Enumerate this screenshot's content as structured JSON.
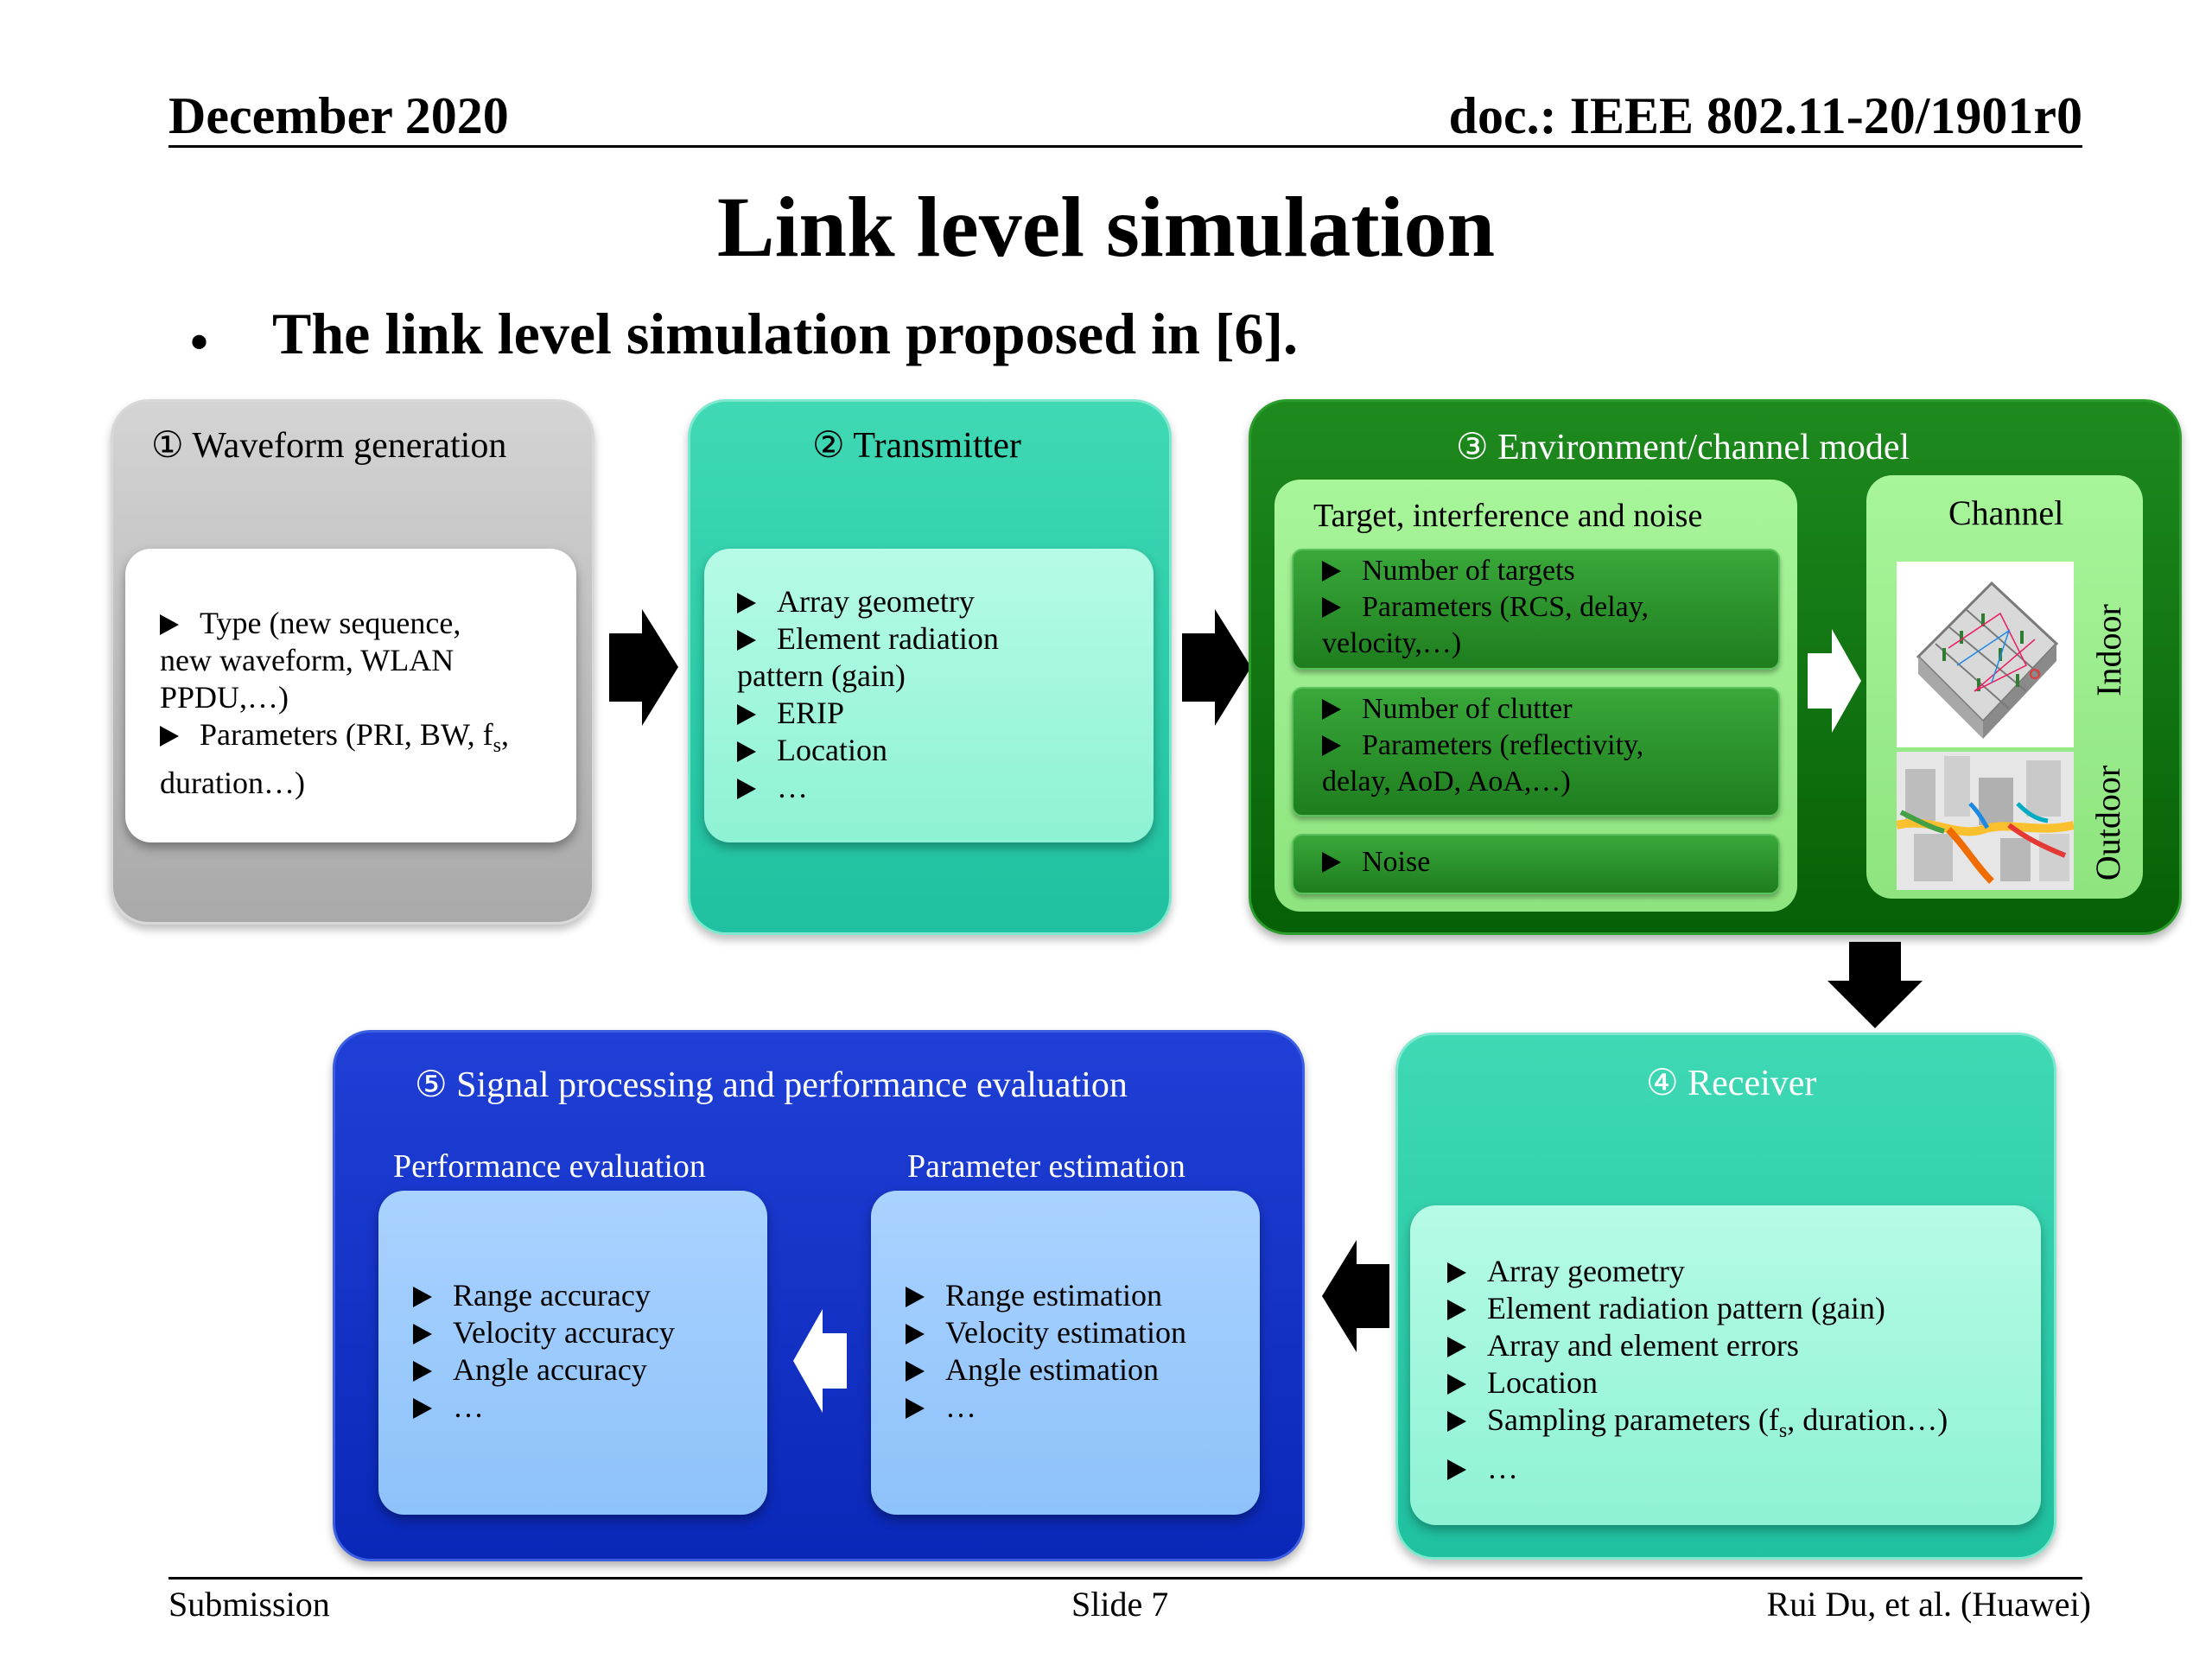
{
  "header": {
    "date": "December 2020",
    "doc": "doc.: IEEE 802.11-20/1901r0"
  },
  "title": "Link level simulation",
  "bullet": "The link level simulation proposed in [6].",
  "box1": {
    "title": "① Waveform generation",
    "items": [
      "Type (new sequence,",
      "new waveform, WLAN",
      "PPDU,…)",
      "Parameters (PRI, BW, f",
      "duration…)"
    ],
    "subscript": "s",
    "subscript_suffix": ","
  },
  "box2": {
    "title": "② Transmitter",
    "items": [
      "Array geometry",
      "Element radiation",
      "pattern (gain)",
      "ERIP",
      "Location",
      "…"
    ]
  },
  "box3": {
    "title": "③ Environment/channel model",
    "left_title": "Target, interference and noise",
    "group1": [
      "Number of targets",
      "Parameters (RCS, delay,",
      "velocity,…)"
    ],
    "group2": [
      "Number of clutter",
      "Parameters (reflectivity,",
      "delay, AoD, AoA,…)"
    ],
    "group3": [
      "Noise"
    ],
    "channel_title": "Channel",
    "indoor": "Indoor",
    "outdoor": "Outdoor"
  },
  "box4": {
    "title": "④ Receiver",
    "items": [
      "Array geometry",
      "Element radiation pattern (gain)",
      "Array and element errors",
      "Location",
      "Sampling parameters (f",
      "…"
    ],
    "subscript": "s",
    "subscript_suffix": ", duration…)"
  },
  "box5": {
    "title": "⑤ Signal processing and performance evaluation",
    "perf_title": "Performance evaluation",
    "perf_items": [
      "Range accuracy",
      "Velocity accuracy",
      "Angle accuracy",
      "…"
    ],
    "param_title": "Parameter estimation",
    "param_items": [
      "Range estimation",
      "Velocity estimation",
      "Angle estimation",
      "…"
    ]
  },
  "footer": {
    "left": "Submission",
    "center": "Slide 7",
    "right": "Rui Du, et al. (Huawei)"
  },
  "colors": {
    "gray": "#bdbdbd",
    "teal": "#2ccfad",
    "green": "#0d700d",
    "light_green": "#9cee8c",
    "blue": "#1434c8",
    "light_blue": "#9ccbff"
  }
}
